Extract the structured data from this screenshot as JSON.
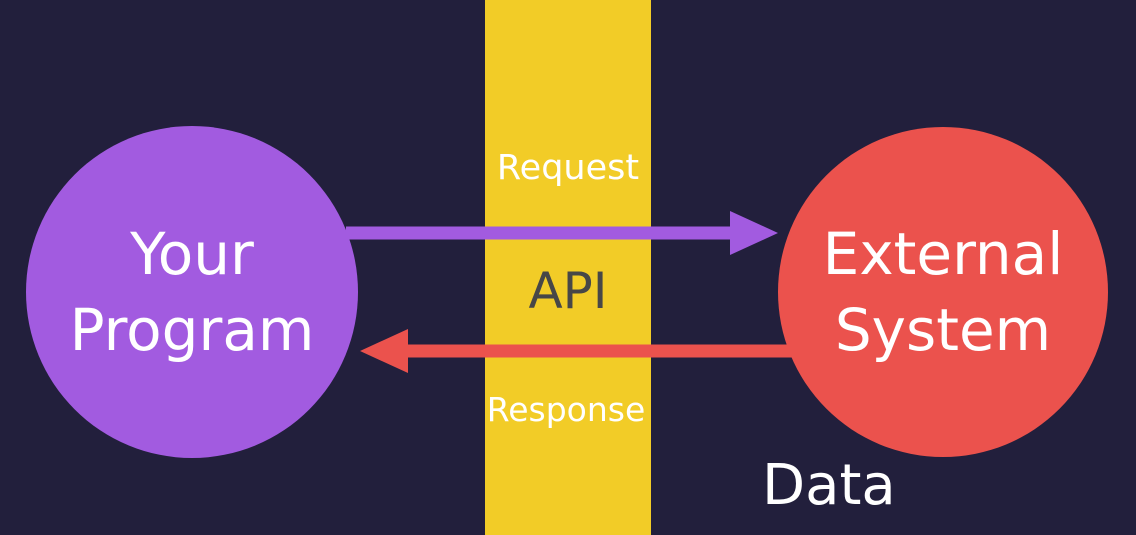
{
  "colors": {
    "background": "#221F3C",
    "api_band": "#F2CC27",
    "your_program": "#A25BE0",
    "external_system": "#EB524D",
    "request_arrow": "#A25BE0",
    "response_arrow": "#EB524D",
    "text_light": "#FFFFFF",
    "text_dark": "#474747"
  },
  "nodes": {
    "your_program": {
      "line1": "Your",
      "line2": "Program"
    },
    "external_system": {
      "line1": "External",
      "line2": "System"
    }
  },
  "api": {
    "label": "API",
    "request_label": "Request",
    "response_label": "Response"
  },
  "data_label": "Data"
}
